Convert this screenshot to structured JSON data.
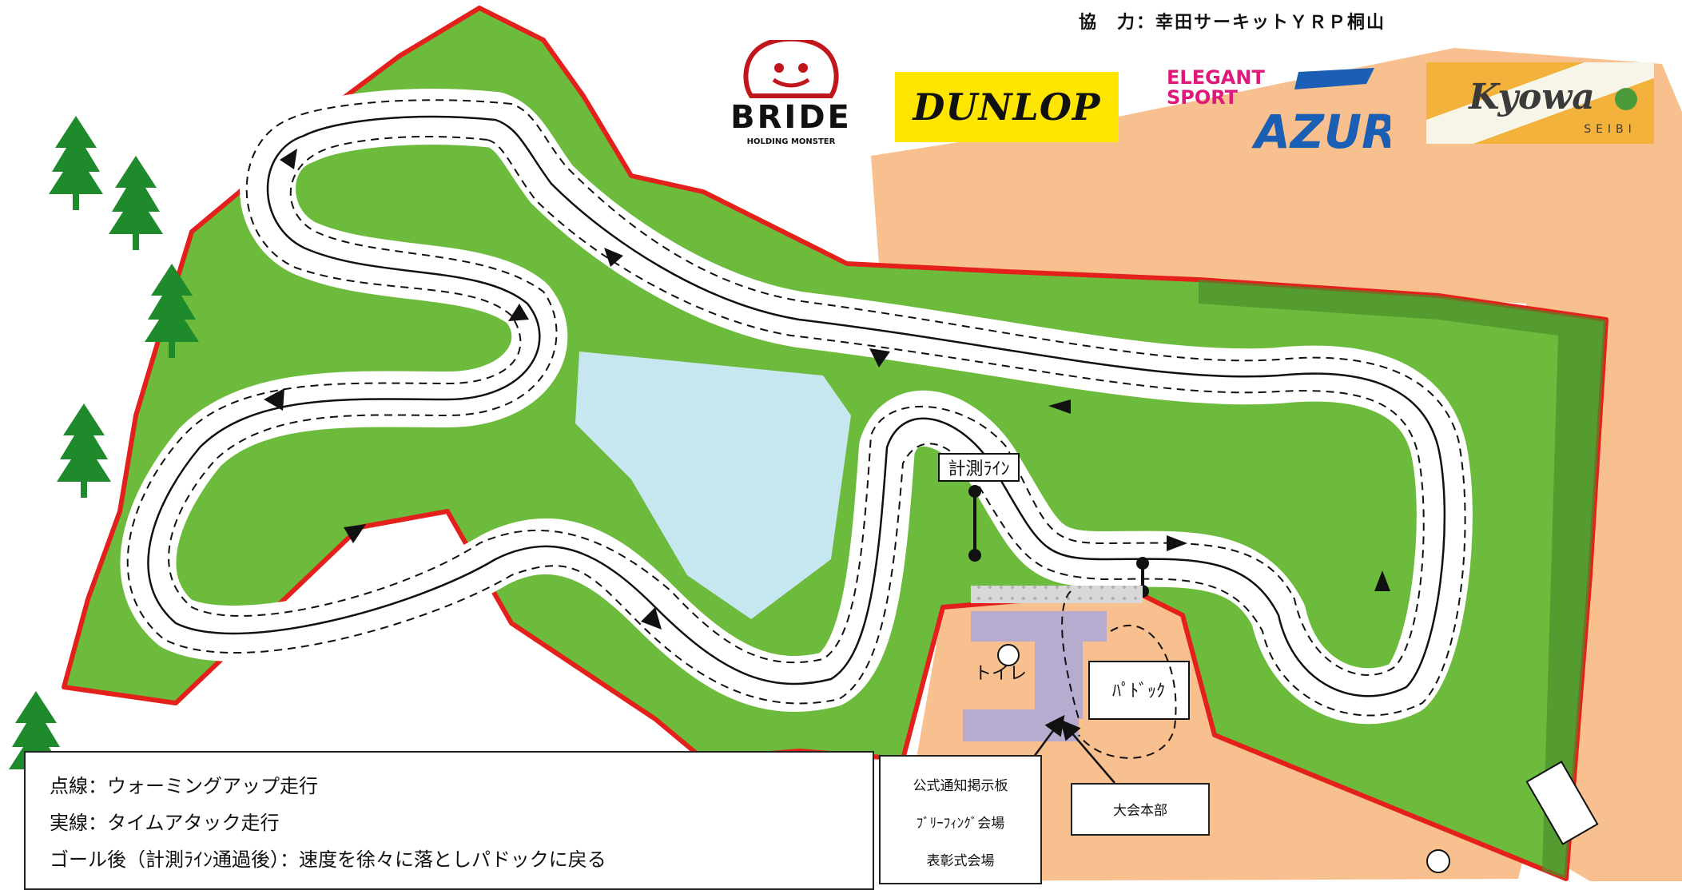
{
  "header": {
    "cooperation": "協　力：幸田サーキットＹＲＰ桐山"
  },
  "sponsors": {
    "bride_name": "BRIDE",
    "bride_tagline": "HOLDING MONSTER",
    "dunlop": "DUNLOP",
    "elegant_sport": [
      "ELEGANT",
      "SPORT"
    ],
    "azur": "AZUR",
    "kyowa_name": "Kyowa",
    "kyowa_sub": "SEIBI"
  },
  "map_labels": {
    "timing_line": "計測ﾗｲﾝ",
    "toilet": "トイレ",
    "paddock": "ﾊﾟﾄﾞｯｸ"
  },
  "legend": {
    "dashed": "点線：ウォーミングアップ走行",
    "solid": "実線：タイムアタック走行",
    "after_goal": "ゴール後（計測ﾗｲﾝ通過後）：速度を徐々に落としパドックに戻る"
  },
  "info_box": {
    "lines": [
      "公式通知掲示板",
      "ﾌﾞﾘｰﾌｨﾝｸﾞ会場",
      "表彰式会場"
    ]
  },
  "hq_box": {
    "label": "大会本部"
  },
  "colors": {
    "grass": "#6cbb3c",
    "grass_dark": "#4a8e2a",
    "paved": "#f8c08e",
    "pond": "#c7e7f0",
    "boundary": "#e3201b",
    "tree": "#1f8a2c",
    "paddock_building": "#b7abd0"
  }
}
